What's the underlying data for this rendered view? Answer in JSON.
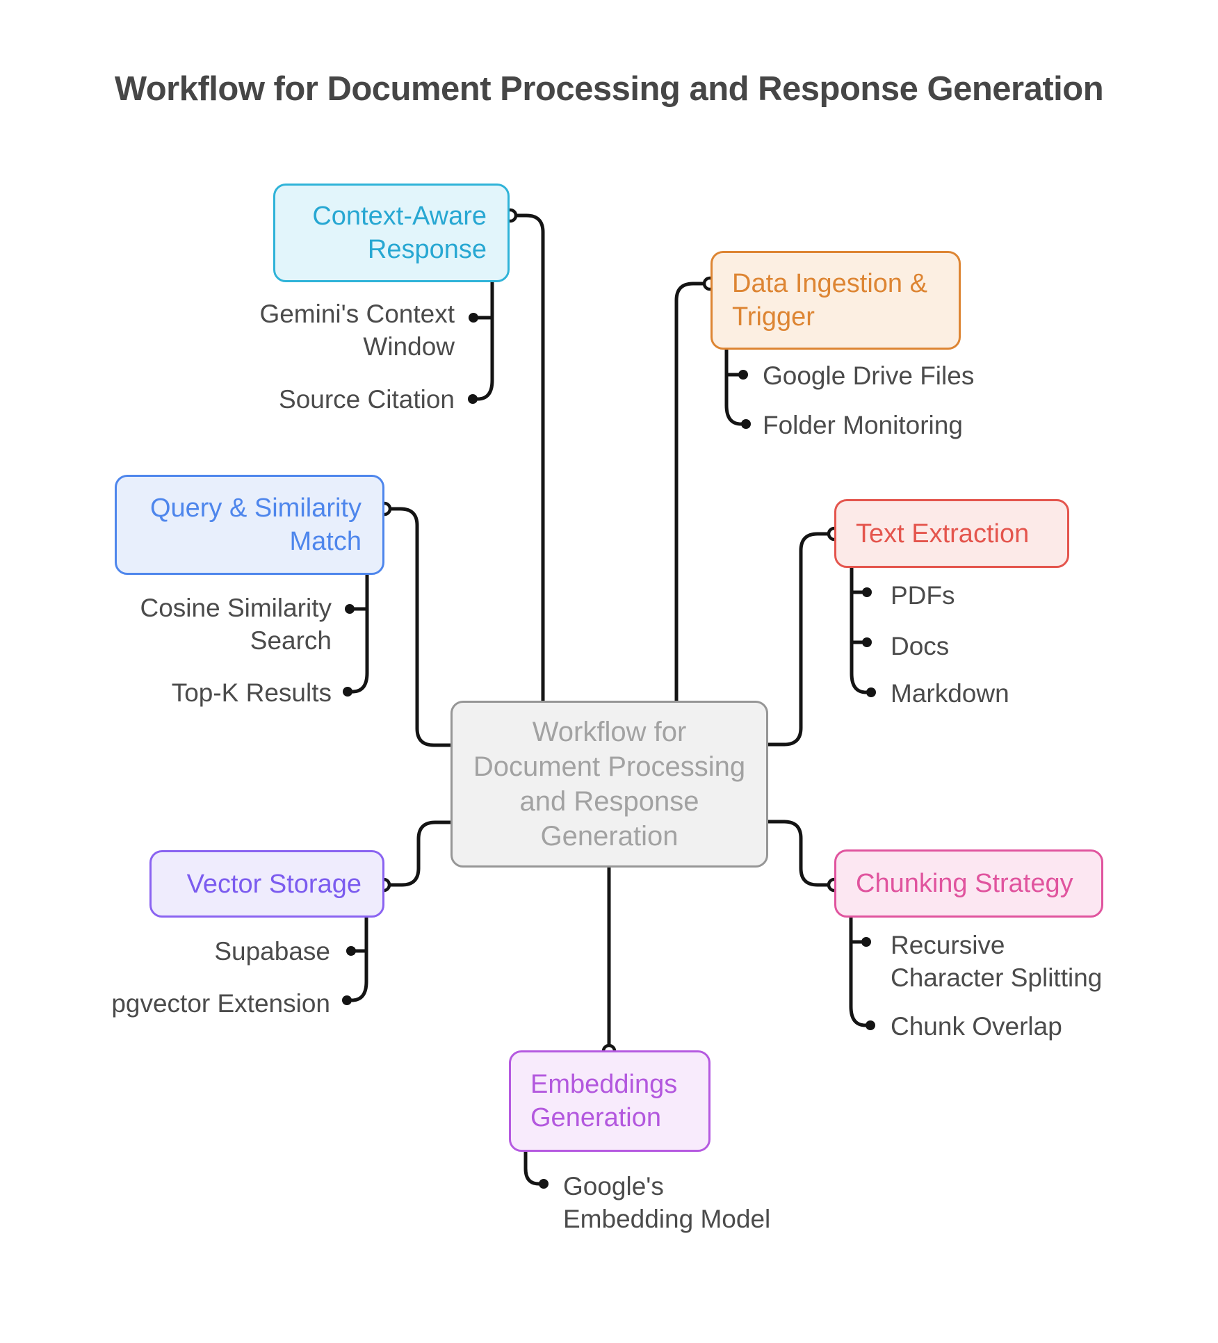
{
  "title": "Workflow for Document Processing and Response Generation",
  "colors": {
    "title_text": "#464646",
    "connector_line": "#141414",
    "child_text": "#4b4b4b",
    "center_border": "#969696",
    "center_fill": "#f1f1f1",
    "center_text": "#a2a2a2",
    "cyan_accent": "#2fb3d8",
    "orange_accent": "#dd8533",
    "blue_accent": "#4e86ec",
    "red_accent": "#e4554d",
    "purple_accent": "#8a63f1",
    "pink_accent": "#e0549e",
    "magenta_accent": "#b55ae0"
  },
  "center": {
    "label": "Workflow for\nDocument Processing\nand Response\nGeneration"
  },
  "branches": {
    "context_aware": {
      "label": "Context-Aware\nResponse",
      "children": {
        "gemini": "Gemini's Context\nWindow",
        "source_citation": "Source Citation"
      }
    },
    "data_ingestion": {
      "label": "Data Ingestion &\nTrigger",
      "children": {
        "google_drive": "Google Drive Files",
        "folder_monitoring": "Folder Monitoring"
      }
    },
    "query_similarity": {
      "label": "Query & Similarity\nMatch",
      "children": {
        "cosine": "Cosine Similarity\nSearch",
        "top_k": "Top-K Results"
      }
    },
    "text_extraction": {
      "label": "Text Extraction",
      "children": {
        "pdfs": "PDFs",
        "docs": "Docs",
        "markdown": "Markdown"
      }
    },
    "vector_storage": {
      "label": "Vector Storage",
      "children": {
        "supabase": "Supabase",
        "pgvector": "pgvector Extension"
      }
    },
    "chunking_strategy": {
      "label": "Chunking Strategy",
      "children": {
        "recursive": "Recursive\nCharacter Splitting",
        "chunk_overlap": "Chunk Overlap"
      }
    },
    "embeddings_generation": {
      "label": "Embeddings\nGeneration",
      "children": {
        "google_model": "Google's\nEmbedding Model"
      }
    }
  }
}
